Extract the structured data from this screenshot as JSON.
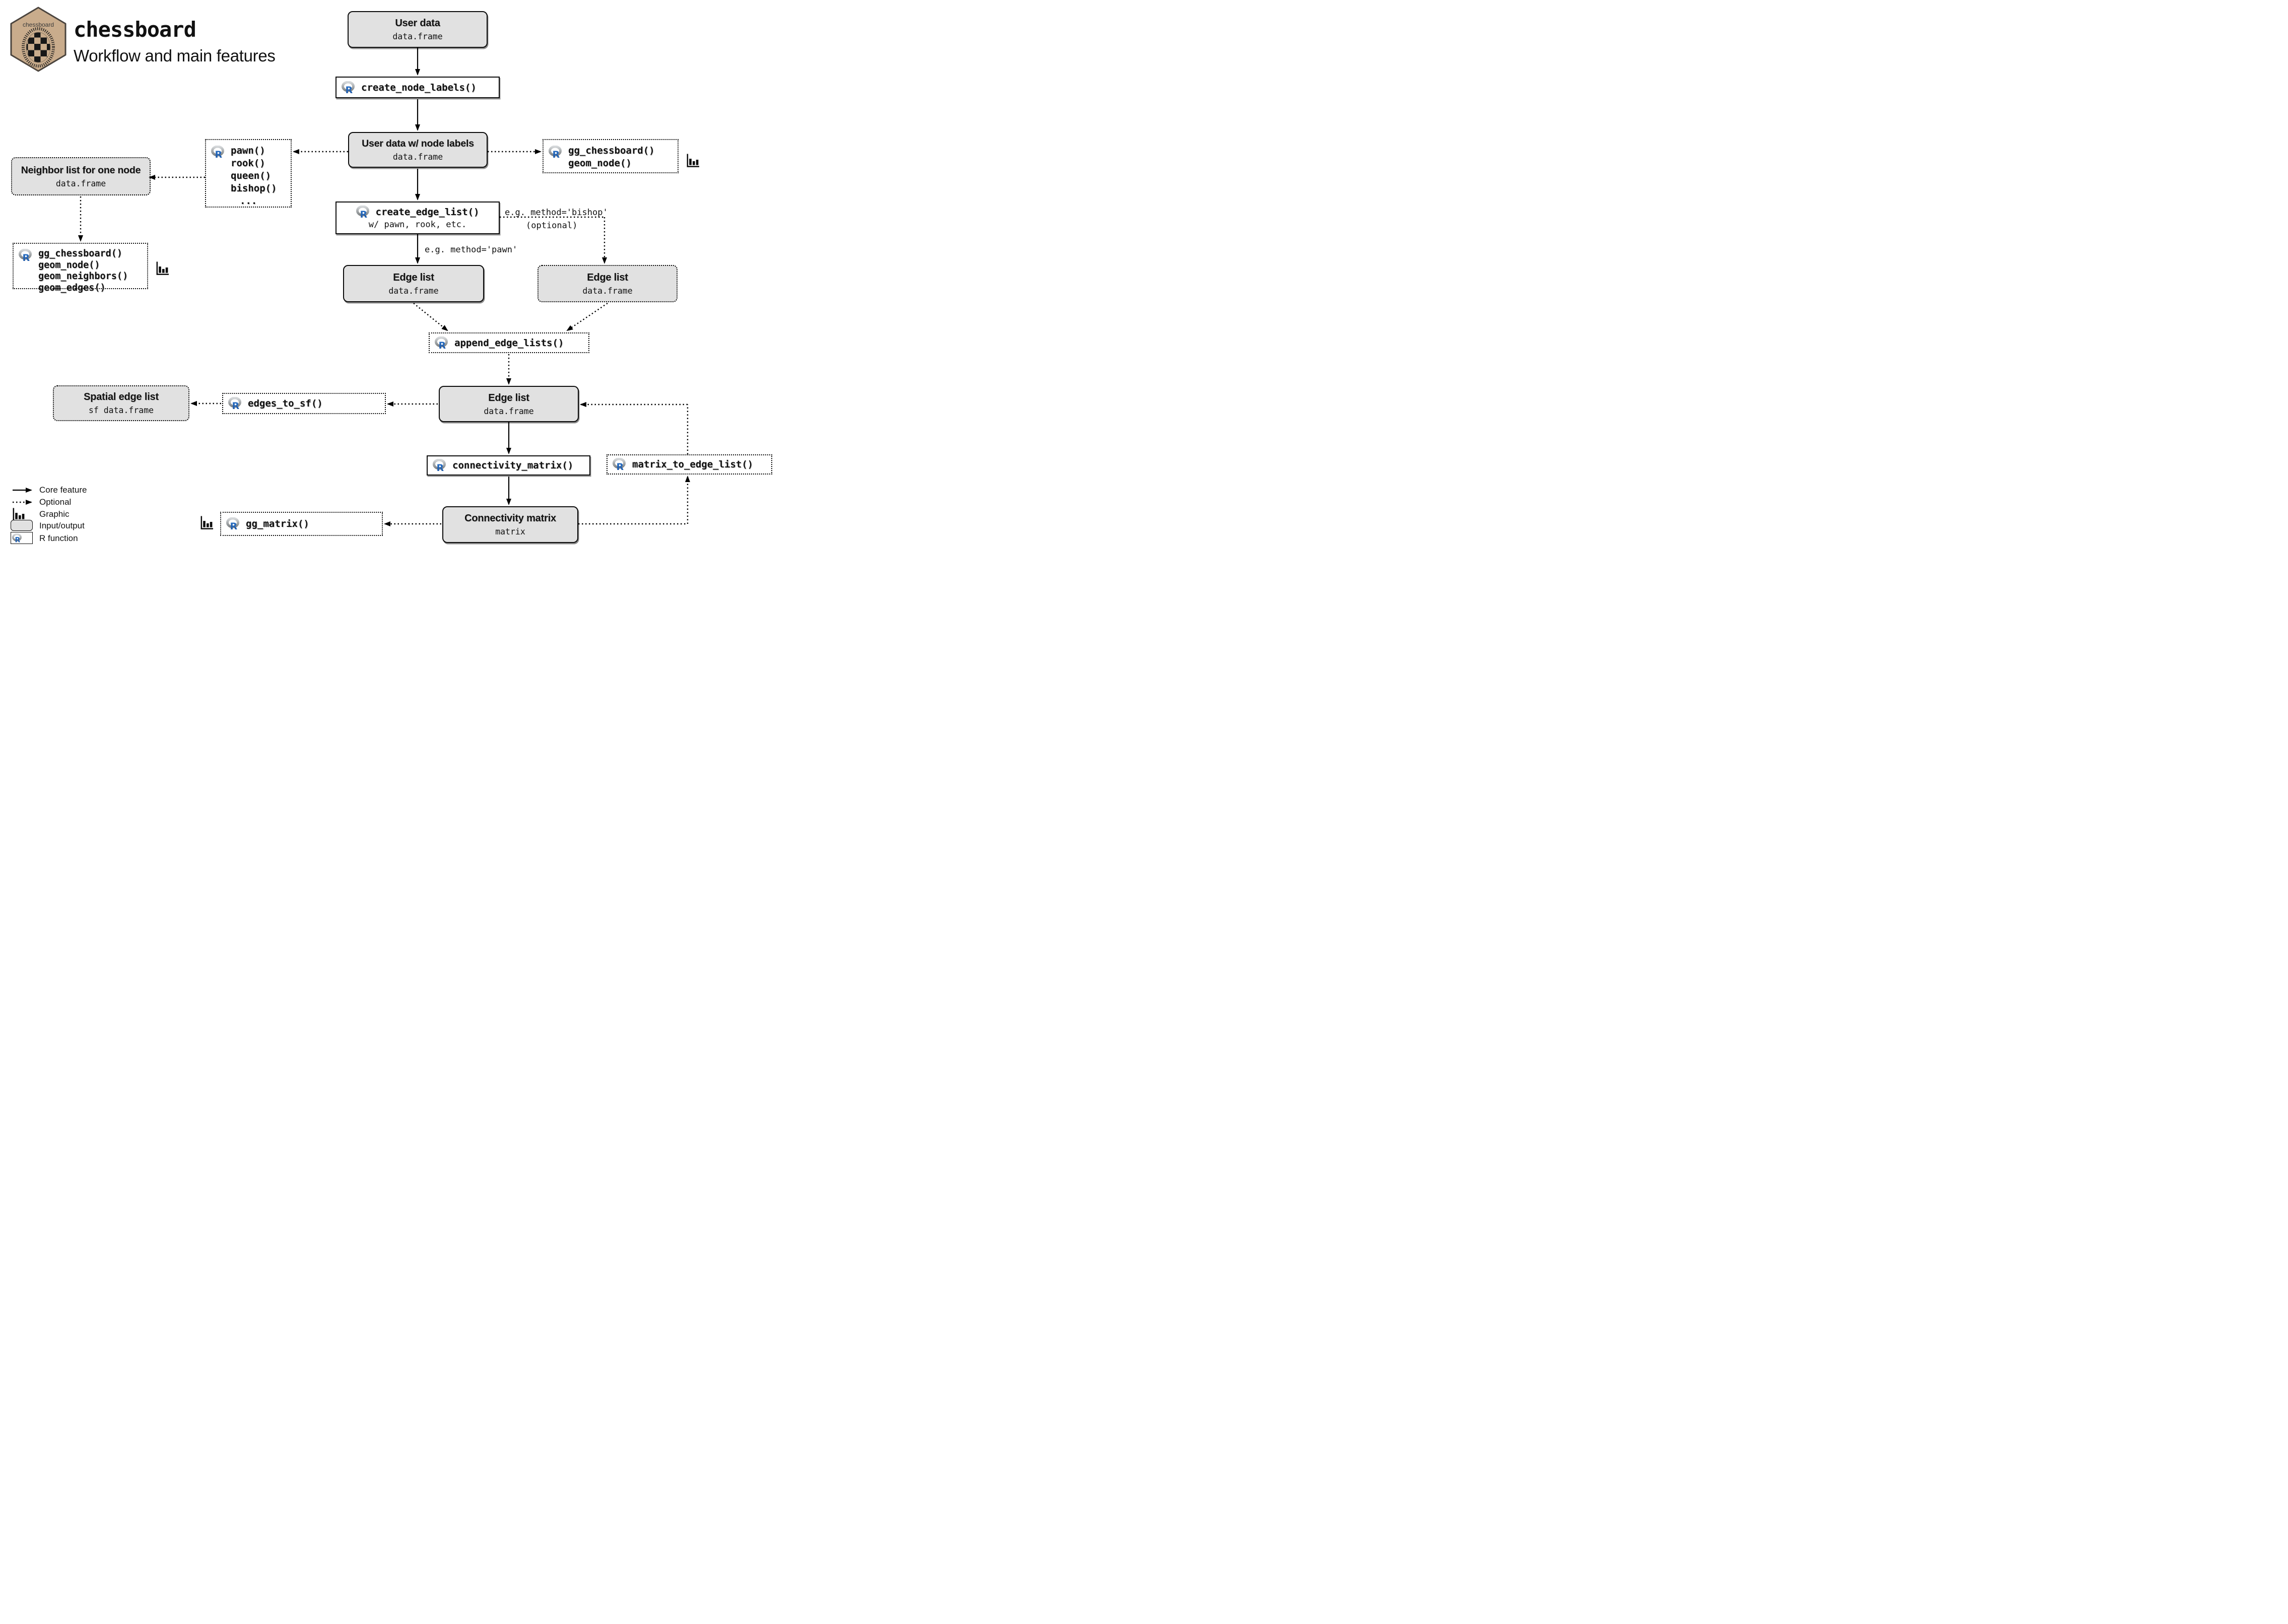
{
  "header": {
    "title": "chessboard",
    "subtitle": "Workflow and main features",
    "logo_text": "chessboard",
    "logo_url": "https://github.com/frbcesab/chessboard"
  },
  "boxes": {
    "user_data": {
      "title": "User data",
      "subtitle": "data.frame"
    },
    "user_data_labels": {
      "title": "User data w/ node labels",
      "subtitle": "data.frame"
    },
    "neighbor_list": {
      "title": "Neighbor list for one node",
      "subtitle": "data.frame"
    },
    "edge_list_left": {
      "title": "Edge list",
      "subtitle": "data.frame"
    },
    "edge_list_right": {
      "title": "Edge list",
      "subtitle": "data.frame"
    },
    "edge_list_main": {
      "title": "Edge list",
      "subtitle": "data.frame"
    },
    "spatial_edge_list": {
      "title": "Spatial edge list",
      "subtitle": "sf data.frame"
    },
    "connectivity_matrix": {
      "title": "Connectivity matrix",
      "subtitle": "matrix"
    }
  },
  "functions": {
    "create_node_labels": "create_node_labels()",
    "pawn_list": [
      "pawn()",
      "rook()",
      "queen()",
      "bishop()",
      "..."
    ],
    "gg_node": [
      "gg_chessboard()",
      "geom_node()"
    ],
    "create_edge_list": {
      "line1": "create_edge_list()",
      "line2": "w/ pawn, rook, etc."
    },
    "gg_neighbors": [
      "gg_chessboard()",
      "geom_node()",
      "geom_neighbors()",
      "geom_edges()"
    ],
    "append_edge_lists": "append_edge_lists()",
    "edges_to_sf": "edges_to_sf()",
    "connectivity_matrix_fn": "connectivity_matrix()",
    "matrix_to_edge_list": "matrix_to_edge_list()",
    "gg_matrix": "gg_matrix()"
  },
  "annotations": {
    "method_bishop": "e.g. method='bishop'",
    "optional": "(optional)",
    "method_pawn": "e.g. method='pawn'"
  },
  "legend": {
    "core_feature": "Core feature",
    "optional": "Optional",
    "graphic": "Graphic",
    "input_output": "Input/output",
    "r_function": "R function"
  },
  "colors": {
    "io_fill": "#e1e1e1",
    "border": "#0c0c0c",
    "r_logo_blue": "#2368c0",
    "r_logo_gray": "#9ca0a4",
    "hex_fill": "#c9ac8c",
    "hex_border": "#4a443e"
  }
}
